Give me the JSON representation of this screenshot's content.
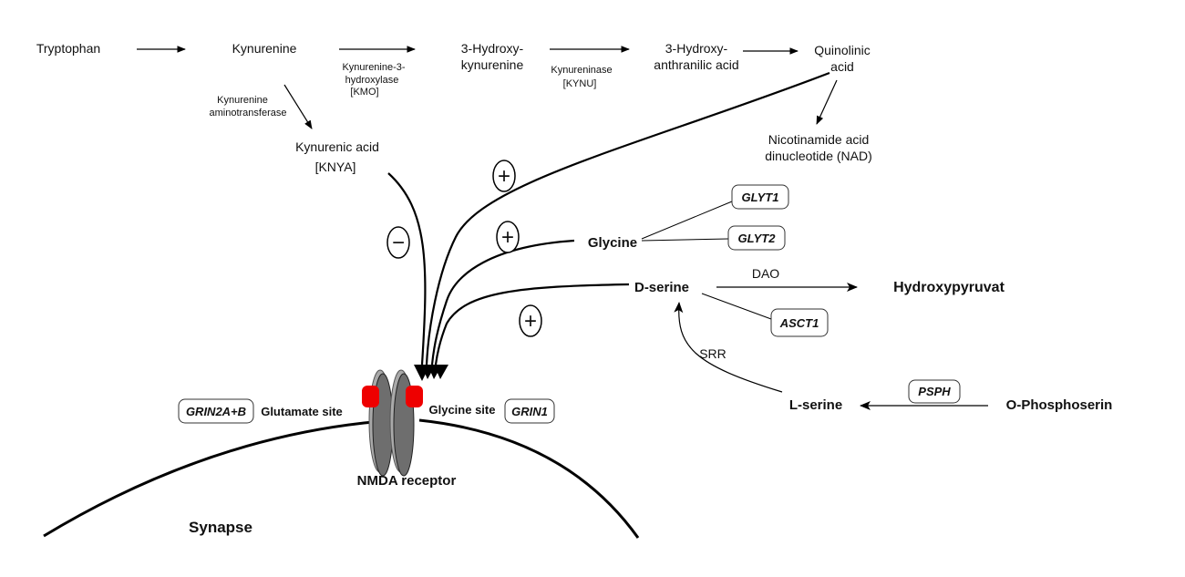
{
  "pathway": {
    "tryptophan": "Tryptophan",
    "kynurenine": "Kynurenine",
    "hydroxykynurenine": [
      "3-Hydroxy-",
      "kynurenine"
    ],
    "hydroxyanthranilic": [
      "3-Hydroxy-",
      "anthranilic acid"
    ],
    "quinolinic": [
      "Quinolinic",
      "acid"
    ],
    "nad": [
      "Nicotinamide acid",
      "dinucleotide (NAD)"
    ],
    "kynurenic_acid": "Kynurenic acid",
    "knya": "[KNYA]"
  },
  "enzymes": {
    "kmo": [
      "Kynurenine-3-",
      "hydroxylase",
      "[KMO]"
    ],
    "kynu": [
      "Kynureninase",
      "[KYNU]"
    ],
    "kat": [
      "Kynurenine",
      "aminotransferase"
    ],
    "dao": "DAO",
    "srr": "SRR"
  },
  "serine": {
    "glycine": "Glycine",
    "dserine": "D-serine",
    "hydroxypyruvat": "Hydroxypyruvat",
    "lserine": "L-serine",
    "ophosphoserin": "O-Phosphoserin"
  },
  "genes": {
    "glyt1": "GLYT1",
    "glyt2": "GLYT2",
    "asct1": "ASCT1",
    "psph": "PSPH",
    "grin2ab": "GRIN2A+B",
    "grin1": "GRIN1"
  },
  "receptor": {
    "glutamate_site": "Glutamate site",
    "glycine_site": "Glycine site",
    "name": "NMDA receptor",
    "synapse": "Synapse"
  },
  "signs": {
    "plus": "+",
    "minus": "−"
  },
  "colors": {
    "binding_site": "#ee0000",
    "subunit_dark": "#6e6e6e",
    "subunit_light": "#a9a9a9"
  }
}
